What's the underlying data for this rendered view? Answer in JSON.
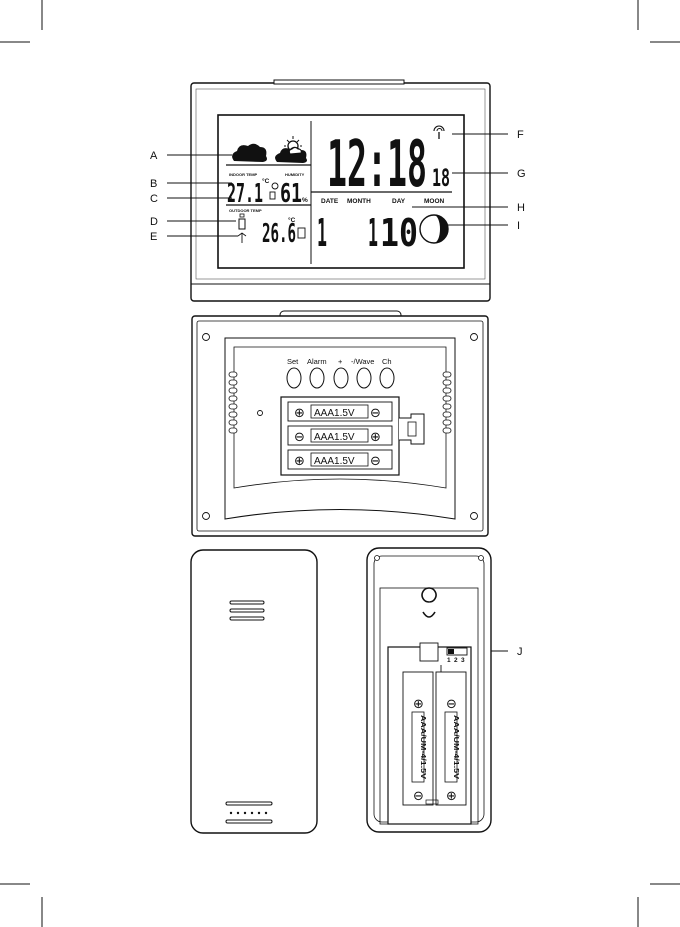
{
  "callouts": [
    {
      "id": "A",
      "letter": "A"
    },
    {
      "id": "B",
      "letter": "B"
    },
    {
      "id": "C",
      "letter": "C"
    },
    {
      "id": "D",
      "letter": "D"
    },
    {
      "id": "E",
      "letter": "E"
    },
    {
      "id": "F",
      "letter": "F"
    },
    {
      "id": "G",
      "letter": "G"
    },
    {
      "id": "H",
      "letter": "H"
    },
    {
      "id": "I",
      "letter": "I"
    },
    {
      "id": "J",
      "letter": "J"
    }
  ],
  "display": {
    "indoor_temp_label": "INDOOR TEMP",
    "humidity_label": "HUMIDITY",
    "indoor_temp_value": "27.1",
    "humidity_value": "61",
    "humidity_unit": "%",
    "outdoor_temp_label": "OUTDOOR TEMP",
    "outdoor_temp_value": "26.6",
    "temp_unit": "°C",
    "time_value": "12:18",
    "seconds_value": "18",
    "date_label": "DATE",
    "month_label": "MONTH",
    "day_label": "DAY",
    "moon_label": "MOON",
    "date_value": "1",
    "month_value": "1",
    "day_value": "10"
  },
  "base_station_back": {
    "buttons": [
      "Set",
      "Alarm",
      "+",
      "-/Wave",
      "Ch"
    ],
    "batteries": [
      "AAA1.5V",
      "AAA1.5V",
      "AAA1.5V"
    ],
    "plus_symbol": "⊕",
    "minus_symbol": "⊖"
  },
  "sensor_back": {
    "channel_switch": [
      "1",
      "2",
      "3"
    ],
    "batteries": [
      "AAA/UM-4/1.5V",
      "AAA/UM-4/1.5V"
    ]
  }
}
